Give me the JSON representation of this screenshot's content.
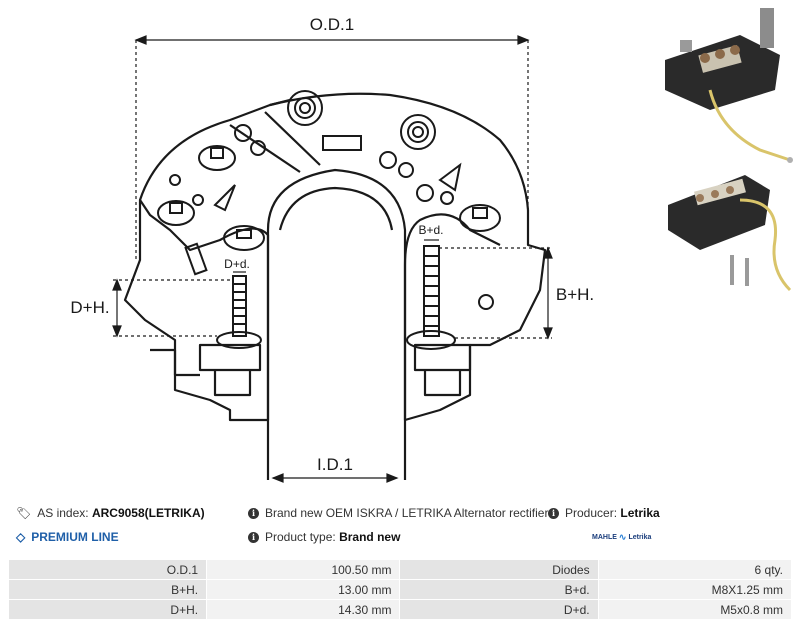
{
  "drawing": {
    "od_label": "O.D.1",
    "id_label": "I.D.1",
    "bh_label": "B+H.",
    "dh_label": "D+H.",
    "bd_label": "B+d.",
    "dd_label": "D+d."
  },
  "info": {
    "as_index_label": "AS index:",
    "as_index_value": "ARC9058(LETRIKA)",
    "description": "Brand new OEM ISKRA / LETRIKA Alternator rectifier",
    "producer_label": "Producer:",
    "producer_value": "Letrika",
    "premium_line": "PREMIUM LINE",
    "product_type_label": "Product type:",
    "product_type_value": "Brand new",
    "brand_logo_text": "MAHLE",
    "brand_logo_sub": "Letrika"
  },
  "specs": [
    {
      "k1": "O.D.1",
      "v1": "100.50 mm",
      "k2": "Diodes",
      "v2": "6 qty."
    },
    {
      "k1": "B+H.",
      "v1": "13.00 mm",
      "k2": "B+d.",
      "v2": "M8X1.25 mm"
    },
    {
      "k1": "D+H.",
      "v1": "14.30 mm",
      "k2": "D+d.",
      "v2": "M5x0.8 mm"
    }
  ],
  "colors": {
    "premium_blue": "#1f5fa8",
    "table_key_bg": "#e4e4e4",
    "table_val_bg": "#f2f2f2"
  }
}
